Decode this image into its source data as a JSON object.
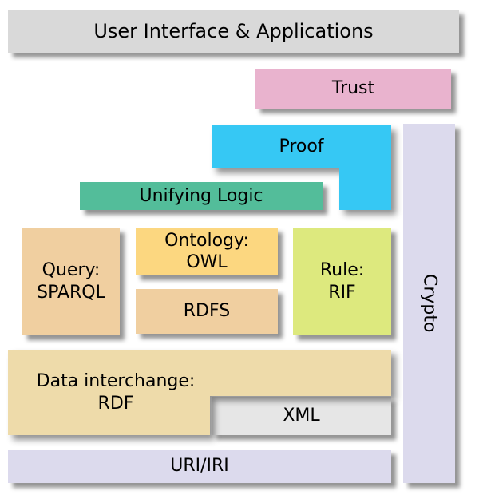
{
  "boxes": {
    "ui": {
      "label": "User Interface & Applications",
      "color": "#d9d9d9"
    },
    "trust": {
      "label": "Trust",
      "color": "#e9b3ce"
    },
    "proof": {
      "label": "Proof",
      "color": "#36c8f4"
    },
    "unifying_logic": {
      "label": "Unifying Logic",
      "color": "#53bd9a"
    },
    "query": {
      "label": "Query:\nSPARQL",
      "color": "#f0cfa0"
    },
    "ontology": {
      "label": "Ontology:\nOWL",
      "color": "#fcd780"
    },
    "rdfs": {
      "label": "RDFS",
      "color": "#f0cfa0"
    },
    "rule": {
      "label": "Rule:\nRIF",
      "color": "#dde97e"
    },
    "data_interchange": {
      "label": "Data interchange:\nRDF",
      "color": "#eedbaa"
    },
    "xml": {
      "label": "XML",
      "color": "#e6e6e6"
    },
    "uri": {
      "label": "URI/IRI",
      "color": "#dcdaed"
    },
    "crypto": {
      "label": "Crypto",
      "color": "#dcdaed"
    }
  }
}
